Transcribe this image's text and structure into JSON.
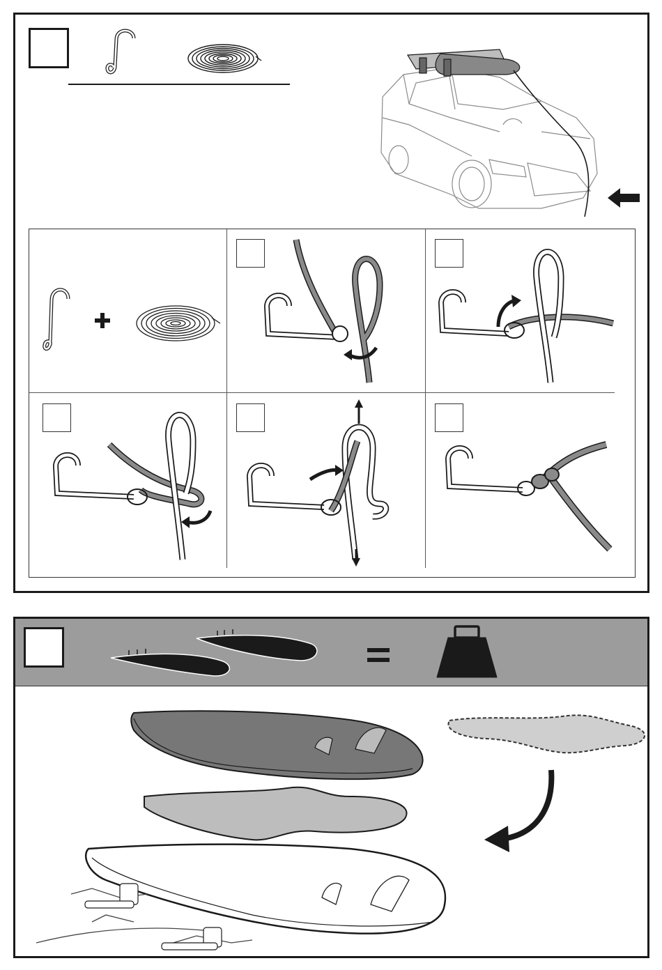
{
  "panels": [
    {
      "id": "tie-down-instructions",
      "icons": [
        "s-hook-icon",
        "rope-coil-icon"
      ],
      "illustration": "car-with-boards-on-roof-rack"
    },
    {
      "id": "weight-instructions",
      "icons": [
        "boards-icon",
        "equals-icon",
        "weight-icon"
      ]
    }
  ],
  "knot_steps": [
    {
      "icons": [
        "s-hook-icon",
        "plus-icon",
        "rope-coil-icon"
      ]
    },
    {
      "icons": [
        "hook-icon",
        "rope-icon",
        "curved-arrow-icon"
      ]
    },
    {
      "icons": [
        "hook-icon",
        "rope-icon",
        "curved-arrow-icon"
      ]
    },
    {
      "icons": [
        "hook-icon",
        "rope-icon",
        "curved-arrow-icon"
      ]
    },
    {
      "icons": [
        "hook-icon",
        "rope-icon",
        "pull-arrows-icon"
      ]
    },
    {
      "icons": [
        "hook-icon",
        "finished-knot-icon"
      ]
    }
  ],
  "colors": {
    "rope_grey": "#8a8a8a",
    "board_dark": "#777777",
    "pad_light": "#bdbdbd",
    "band_grey": "#9c9c9c",
    "line": "#1a1a1a"
  }
}
